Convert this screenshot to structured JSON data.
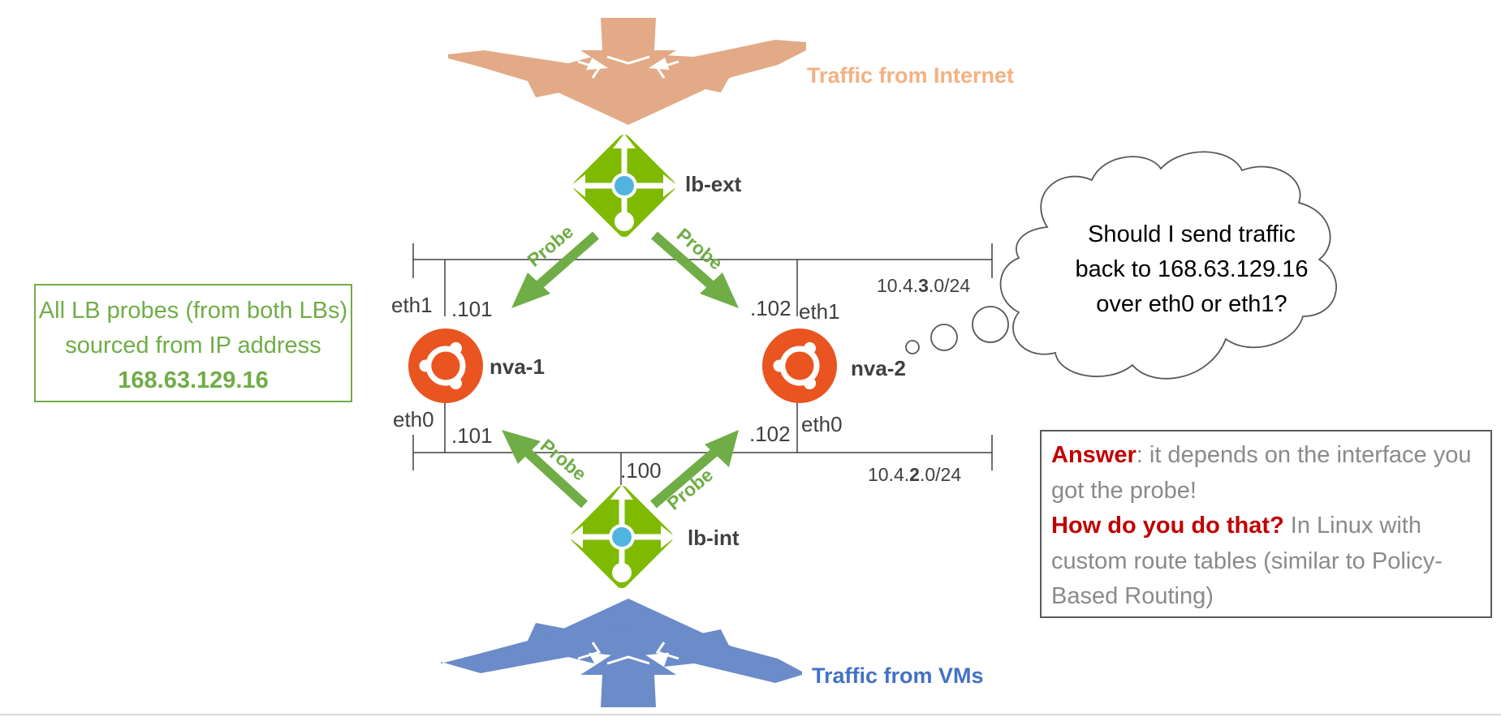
{
  "sources": {
    "internet_label": "Traffic from Internet",
    "vms_label": "Traffic from VMs"
  },
  "load_balancers": {
    "external": "lb-ext",
    "internal": "lb-int",
    "internal_ip": ".100"
  },
  "nvas": [
    {
      "name": "nva-1",
      "eth1_label": "eth1",
      "eth1_ip": ".101",
      "eth0_label": "eth0",
      "eth0_ip": ".101"
    },
    {
      "name": "nva-2",
      "eth1_label": "eth1",
      "eth1_ip": ".102",
      "eth0_label": "eth0",
      "eth0_ip": ".102"
    }
  ],
  "subnets": {
    "top": {
      "prefix": "10.4.",
      "bold": "3",
      "suffix": ".0/24"
    },
    "bottom": {
      "prefix": "10.4.",
      "bold": "2",
      "suffix": ".0/24"
    }
  },
  "probe_label": "Probe",
  "probes_note": {
    "text": "All LB probes (from both LBs) sourced from IP address",
    "ip": "168.63.129.16"
  },
  "thought": {
    "lines": [
      "Should I send traffic",
      "back to 168.63.129.16",
      "over eth0 or eth1?"
    ]
  },
  "answer": {
    "answer_label": "Answer",
    "answer_text": ": it depends on the interface you got the probe!",
    "question_label": "How do you do that?",
    "question_text": " In Linux with custom route tables (similar to Policy-Based Routing)"
  },
  "colors": {
    "internet_arrow": "#e2aa87",
    "internet_text": "#f4b183",
    "vm_arrow": "#6b8bc9",
    "vm_text": "#4472c4",
    "probe_green": "#70ad47",
    "lb_green": "#7fba00",
    "lb_blue": "#50b4e0",
    "ubuntu": "#e95420",
    "red": "#c00000"
  },
  "icons": {
    "load_balancer": "load-balancer-icon",
    "nva": "ubuntu-icon",
    "thought": "thought-cloud-icon"
  }
}
